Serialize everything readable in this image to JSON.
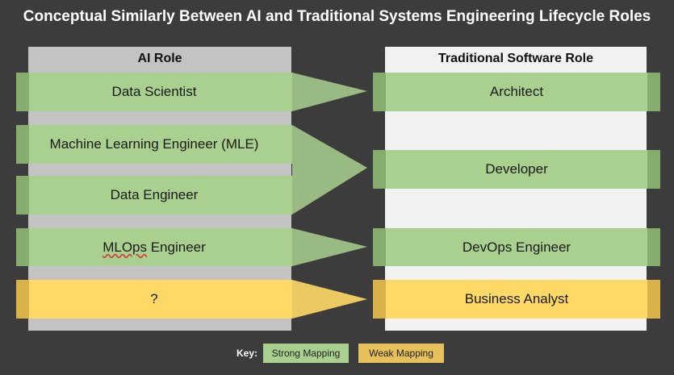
{
  "title": "Conceptual Similarly Between AI and  Traditional Systems Engineering Lifecycle Roles",
  "left_header": "AI Role",
  "right_header": "Traditional Software Role",
  "ai_roles": {
    "data_scientist": "Data Scientist",
    "mle": "Machine Learning Engineer (MLE)",
    "data_engineer": "Data Engineer",
    "mlops_prefix": "MLOps",
    "mlops_suffix": " Engineer",
    "unknown": "?"
  },
  "software_roles": {
    "architect": "Architect",
    "developer": "Developer",
    "devops": "DevOps Engineer",
    "business_analyst": "Business Analyst"
  },
  "mappings": [
    {
      "from": "Data Scientist",
      "to": "Architect",
      "strength": "strong"
    },
    {
      "from": "Machine Learning Engineer (MLE)",
      "to": "Developer",
      "strength": "strong"
    },
    {
      "from": "Data Engineer",
      "to": "Developer",
      "strength": "strong"
    },
    {
      "from": "MLOps Engineer",
      "to": "DevOps Engineer",
      "strength": "strong"
    },
    {
      "from": "?",
      "to": "Business Analyst",
      "strength": "weak"
    }
  ],
  "key": {
    "label": "Key:",
    "strong": "Strong Mapping",
    "weak": "Weak Mapping"
  },
  "colors": {
    "background": "#3c3c3c",
    "strong": "#a9d08e",
    "weak": "#ffd966"
  }
}
